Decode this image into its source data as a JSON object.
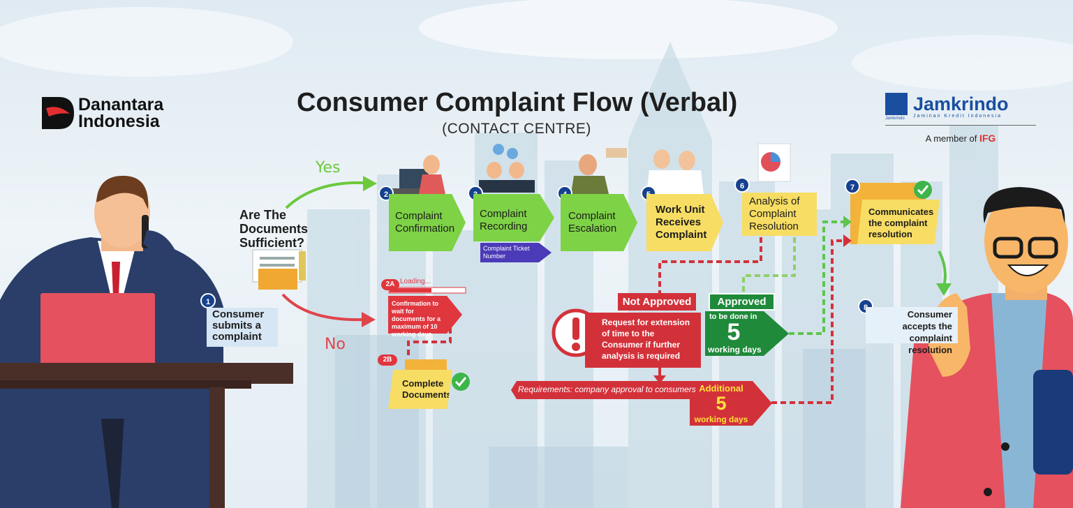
{
  "header": {
    "title": "Consumer Complaint Flow (Verbal)",
    "subtitle": "(CONTACT CENTRE)"
  },
  "brand_left": {
    "line1": "Danantara",
    "line2": "Indonesia"
  },
  "brand_right": {
    "name": "Jamkrindo",
    "tagline": "Jaminan Kredit Indonesia",
    "small": "Jamkrindo",
    "member_prefix": "A member of",
    "member_brand": "IFG"
  },
  "decision": {
    "question": "Are The Documents Sufficient?",
    "yes": "Yes",
    "no": "No"
  },
  "steps": [
    {
      "num": "1",
      "label": "Consumer submits a complaint"
    },
    {
      "num": "2",
      "label": "Complaint Confirmation"
    },
    {
      "num": "3",
      "label": "Complaint Recording",
      "ticket": "Complaint Ticket Number"
    },
    {
      "num": "4",
      "label": "Complaint Escalation"
    },
    {
      "num": "5",
      "label": "Work Unit Receives Complaint"
    },
    {
      "num": "6",
      "label": "Analysis of Complaint Resolution"
    },
    {
      "num": "7",
      "label": "Communicates the complaint resolution"
    },
    {
      "num": "8",
      "label": "Consumer accepts the complaint resolution"
    }
  ],
  "step_2a": {
    "num": "2A",
    "loading": "Loading...",
    "label": "Confirmation to wait for documents for a maximum of 10 working days"
  },
  "step_2b": {
    "num": "2B",
    "label": "Complete Documents"
  },
  "not_approved": {
    "label": "Not Approved",
    "request": "Request for extension of time to the Consumer if further analysis is required",
    "requirements": "Requirements: company approval to consumers",
    "additional": "Additional",
    "days": "5",
    "unit": "working days"
  },
  "approved": {
    "label": "Approved",
    "pre": "to be done in",
    "days": "5",
    "unit": "working days"
  },
  "colors": {
    "green": "#7ed246",
    "yellow": "#f7dd63",
    "red": "#d3313a",
    "navy": "#16418f",
    "dark_green": "#1f8a3a"
  }
}
